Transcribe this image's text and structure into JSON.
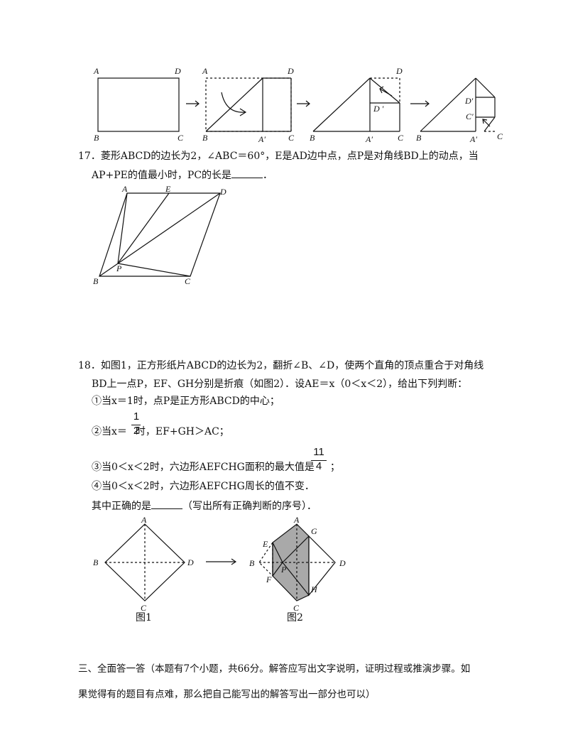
{
  "q17": {
    "number": "17．",
    "line1": "菱形ABCD的边长为2，∠ABC＝60°，E是AD边中点，点P是对角线BD上的动点，当",
    "line2_pre": "AP+PE的值最小时，PC的长是",
    "line2_post": "．",
    "labels": {
      "A": "A",
      "E": "E",
      "D": "D",
      "P": "P",
      "B": "B",
      "C": "C"
    }
  },
  "fold_strip": {
    "labels1": {
      "A": "A",
      "D": "D",
      "B": "B",
      "C": "C"
    },
    "labels2": {
      "A": "A",
      "D": "D",
      "B": "B",
      "A1": "A′",
      "C": "C"
    },
    "labels3": {
      "D": "D",
      "D1": "D ′",
      "B": "B",
      "A1": "A′",
      "C": "C"
    },
    "labels4": {
      "D1": "D′",
      "C1": "C′",
      "B": "B",
      "A1": "A′",
      "C": "C"
    }
  },
  "q18": {
    "number": "18．",
    "line1": "如图1，正方形纸片ABCD的边长为2，翻折∠B、∠D，使两个直角的顶点重合于对角线",
    "line2": "BD上一点P，EF、GH分别是折痕（如图2）．设AE＝x（0＜x＜2），给出下列判断：",
    "j1": "①当x＝1时，点P是正方形ABCD的中心；",
    "j2_pre": "②当x＝",
    "j2_num": "1",
    "j2_den": "2",
    "j2_post": "时，EF+GH＞AC；",
    "j3_pre": "③当0＜x＜2时，六边形AEFCHG面积的最大值是",
    "j3_num": "11",
    "j3_den": "4",
    "j3_post": "；",
    "j4": "④当0＜x＜2时，六边形AEFCHG周长的值不变．",
    "ask_pre": "其中正确的是",
    "ask_post": "（写出所有正确判断的序号）．",
    "fig1_caption": "图1",
    "fig2_caption": "图2",
    "fig1_labels": {
      "A": "A",
      "B": "B",
      "C": "C",
      "D": "D"
    },
    "fig2_labels": {
      "A": "A",
      "G": "G",
      "E": "E",
      "B": "B",
      "P": "P",
      "D": "D",
      "F": "F",
      "H": "H",
      "C": "C"
    }
  },
  "section3": {
    "line1": "三、全面答一答（本题有7个小题，共66分。解答应写出文字说明，证明过程或推演步骤。如",
    "line2": "果觉得有的题目有点难，那么把自己能写出的解答写出一部分也可以）"
  },
  "colors": {
    "shade": "#a9a9a9",
    "line": "#111111"
  }
}
